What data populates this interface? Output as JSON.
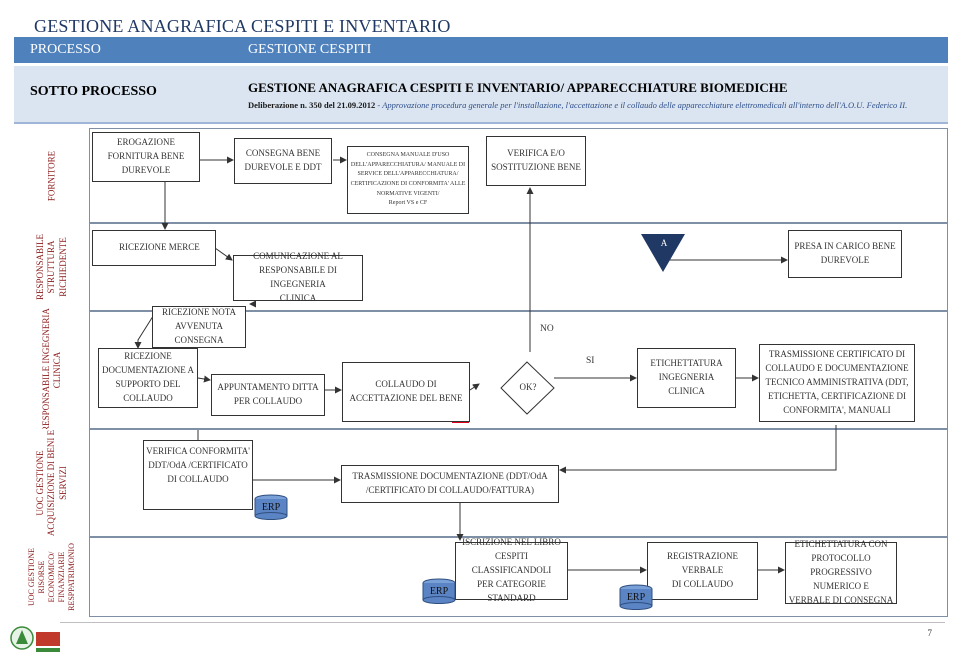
{
  "header": {
    "title": "GESTIONE ANAGRAFICA CESPITI E INVENTARIO",
    "processo_label": "PROCESSO",
    "processo_value": "GESTIONE CESPITI",
    "sotto_processo_label": "SOTTO PROCESSO",
    "sotto_processo_value": "GESTIONE ANAGRAFICA CESPITI E INVENTARIO/ APPARECCHIATURE BIOMEDICHE",
    "delibera_ref": "Deliberazione n. 350 del 21.09.2012",
    "delibera_text": " - Approvazione procedura generale per l'installazione, l'accettazione e il collaudo delle apparecchiature elettromedicali all'interno dell'A.O.U. Federico II."
  },
  "lanes": [
    {
      "label": "FORNITORE"
    },
    {
      "label": "RESPONSABILE\nSTRUTTURA\nRICHIEDENTE"
    },
    {
      "label": "RESPONSABILE INGEGNERIA\nCLINICA"
    },
    {
      "label": "UOC GESTIONE\nACQUISIZIONE DI BENI E\nSERVIZI"
    },
    {
      "label": "UOC GESTIONE\nRISORSE\nECONOMICO/\nFINANZIARIE\nRESPPATRIMONIO"
    }
  ],
  "steps": {
    "erogazione": "EROGAZIONE\nFORNITURA BENE\nDUREVOLE",
    "consegna_bene": "CONSEGNA BENE\nDUREVOLE E DDT",
    "consegna_manuale": "CONSEGNA MANUALE D'USO\nDELL'APPARECCHIATURA/ MANUALE DI\nSERVICE DELL'APPARECCHIATURA/\nCERTIFICAZIONE DI CONFORMITA' ALLE\nNORMATIVE VIGENTI/\nReport VS e CF",
    "verifica_sostituzione": "VERIFICA  E/O\nSOSTITUZIONE BENE",
    "ricezione_merce": "RICEZIONE MERCE",
    "comunicazione": "COMUNICAZIONE AL\nRESPONSABILE DI INGEGNERIA\nCLINICA",
    "presa_in_carico": "PRESA IN CARICO BENE\nDUREVOLE",
    "ricezione_nota": "RICEZIONE NOTA\nAVVENUTA\nCONSEGNA",
    "ricezione_doc": "RICEZIONE\nDOCUMENTAZIONE A\nSUPPORTO DEL\nCOLLAUDO",
    "appuntamento": "APPUNTAMENTO DITTA\nPER COLLAUDO",
    "collaudo": "COLLAUDO DI\nACCETTAZIONE  DEL BENE",
    "decision": "OK?",
    "etichettatura": "ETICHETTATURA\nINGEGNERIA CLINICA",
    "trasmissione_cert": "TRASMISSIONE CERTIFICATO DI\nCOLLAUDO E DOCUMENTAZIONE\nTECNICO AMMINISTRATIVA    (DDT,\nETICHETTA, CERTIFICAZIONE DI\nCONFORMITA', MANUALI",
    "verifica_conformita": "VERIFICA CONFORMITA'\nDDT/OdA /CERTIFICATO\nDI COLLAUDO",
    "trasmissione_doc": "TRASMISSIONE DOCUMENTAZIONE (DDT/OdA\n/CERTIFICATO DI COLLAUDO/FATTURA)",
    "iscrizione_libro": "ISCRIZIONE NEL LIBRO\nCESPITI CLASSIFICANDOLI\nPER CATEGORIE\nSTANDARD",
    "registrazione_verbale": "REGISTRAZIONE VERBALE\nDI COLLAUDO",
    "etichettatura_protocollo": "ETICHETTATURA CON\nPROTOCOLLO PROGRESSIVO\nNUMERICO    E\nVERBALE DI CONSEGNA"
  },
  "labels": {
    "no": "NO",
    "si": "SI",
    "connector_a": "A",
    "erp": "ERP"
  },
  "footer": {
    "page_number": "7"
  },
  "colors": {
    "header_bar": "#4f81bd",
    "subheader_bg": "#dbe5f1",
    "lane_label_text": "#8b1a1a",
    "connector_fill": "#1f3864",
    "marker_red": "#e0001b",
    "erp_fill": "#5b84c4"
  }
}
